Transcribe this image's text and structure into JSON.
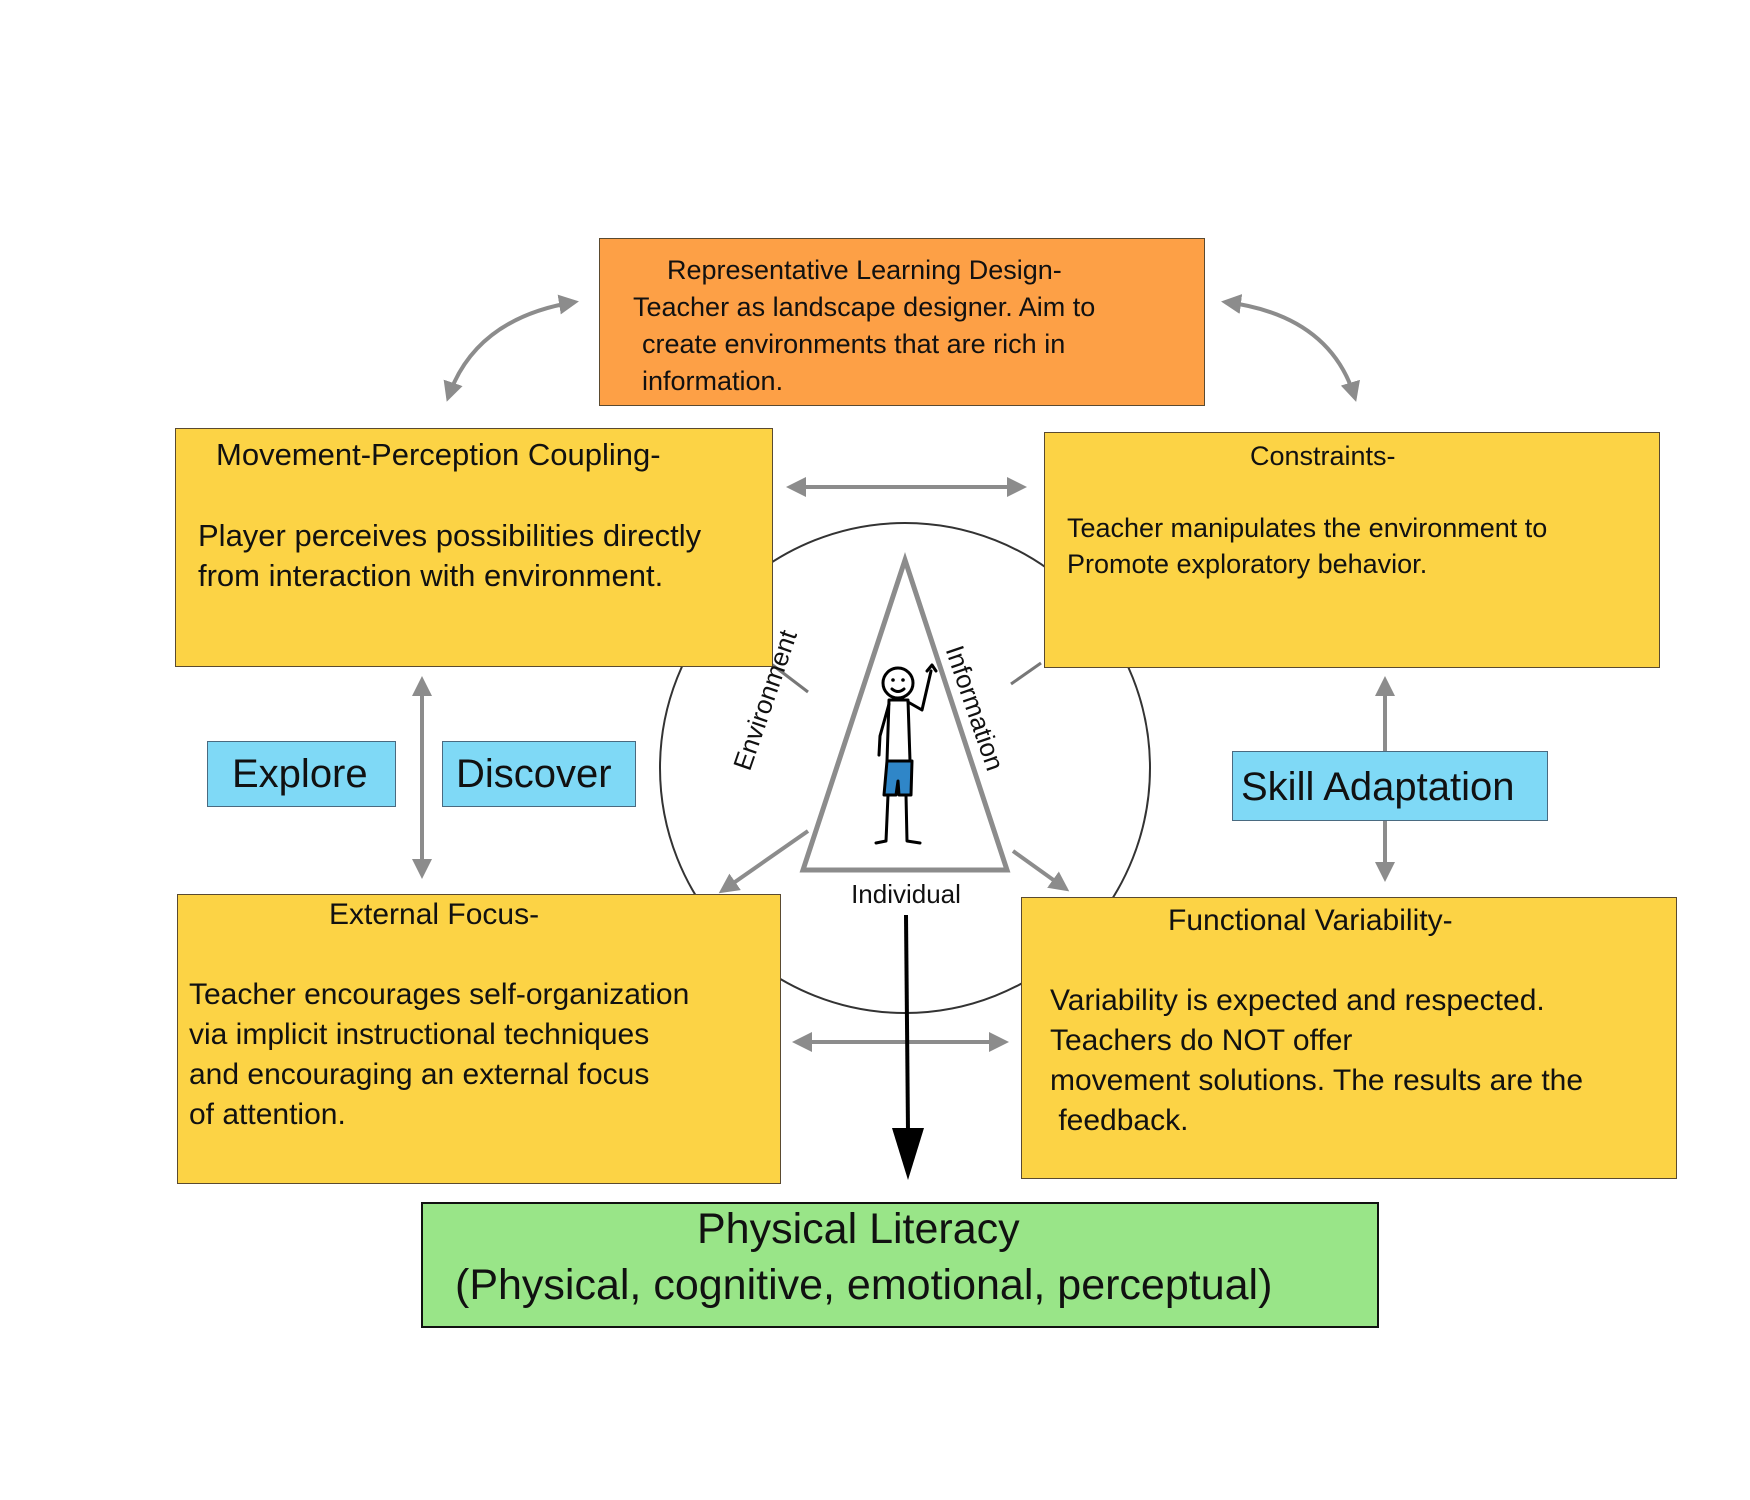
{
  "boxes": {
    "rld": {
      "lines": [
        "Representative Learning Design-",
        "Teacher as landscape designer. Aim to",
        "create environments that are rich in",
        "information."
      ]
    },
    "mpc": {
      "title": "Movement-Perception Coupling-",
      "lines": [
        "Player perceives possibilities directly",
        "from interaction with environment."
      ]
    },
    "constraints": {
      "title": "Constraints-",
      "lines": [
        "Teacher manipulates the environment to",
        "Promote exploratory behavior."
      ]
    },
    "external_focus": {
      "title": "External Focus-",
      "lines": [
        "Teacher encourages self-organization",
        "via implicit instructional techniques",
        "and encouraging an external focus",
        "of attention."
      ]
    },
    "functional_variability": {
      "title": "Functional Variability-",
      "lines": [
        "Variability is expected and respected.",
        "Teachers do NOT offer",
        "movement solutions. The results are the",
        " feedback."
      ]
    }
  },
  "labels": {
    "explore": "Explore",
    "discover": "Discover",
    "skill_adaptation": "Skill Adaptation"
  },
  "triangle": {
    "left": "Environment",
    "right": "Information",
    "bottom": "Individual"
  },
  "outcome": {
    "title": "Physical Literacy",
    "subtitle": "(Physical, cognitive, emotional, perceptual)"
  },
  "colors": {
    "yellow_box": "#fcd345",
    "orange_box": "#fda046",
    "blue_box": "#7fd9f6",
    "green_box": "#99e588",
    "gray_arrow": "#8c8c8c",
    "black_arrow": "#000000",
    "shorts": "#2f86c8"
  }
}
